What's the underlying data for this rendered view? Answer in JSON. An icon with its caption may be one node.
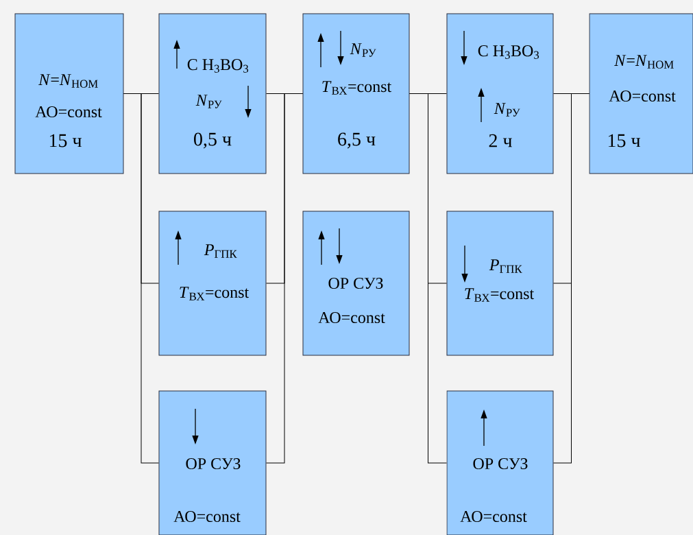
{
  "diagram": {
    "nodes": [
      {
        "text": [
          "*N*=*N*$_{НОМ}$",
          "АО=const",
          "15 ч"
        ]
      },
      {
        "text": [
          "C H$_{3}$BO$_{3}$",
          "*N*$_{РУ}$",
          "0,5 ч"
        ]
      },
      {
        "text": [
          "*N*$_{РУ}$",
          "*T*$_{ВХ}$=const",
          "6,5 ч"
        ]
      },
      {
        "text": [
          "C H$_{3}$BO$_{3}$",
          "*N*$_{РУ}$",
          "2 ч"
        ]
      },
      {
        "text": [
          "*N*=*N*$_{НОМ}$",
          "АО=const",
          "15 ч"
        ]
      },
      {
        "text": [
          "*P*$_{ГПК}$",
          "*T*$_{ВХ}$=const"
        ]
      },
      {
        "text": [
          "ОР СУЗ",
          "АО=const"
        ]
      },
      {
        "text": [
          "*P*$_{ГПК}$",
          "*T*$_{ВХ}$=const"
        ]
      },
      {
        "text": [
          "ОР СУЗ",
          "АО=const"
        ]
      },
      {
        "text": [
          "ОР СУЗ",
          "АО=const"
        ]
      }
    ],
    "edges": [
      {
        "from": 0,
        "to": 1,
        "arrow": "none"
      },
      {
        "from": 0,
        "to": 5,
        "arrow": "none"
      },
      {
        "from": 0,
        "to": 8,
        "arrow": "none"
      },
      {
        "from": 1,
        "to": 2,
        "arrow": "none"
      },
      {
        "from": 5,
        "to": 2,
        "arrow": "none"
      },
      {
        "from": 8,
        "to": 2,
        "arrow": "none"
      },
      {
        "from": 2,
        "to": 3,
        "arrow": "none"
      },
      {
        "from": 2,
        "to": 7,
        "arrow": "none"
      },
      {
        "from": 2,
        "to": 9,
        "arrow": "none"
      },
      {
        "from": 3,
        "to": 4,
        "arrow": "none"
      },
      {
        "from": 7,
        "to": 4,
        "arrow": "none"
      },
      {
        "from": 9,
        "to": 4,
        "arrow": "none"
      }
    ]
  }
}
